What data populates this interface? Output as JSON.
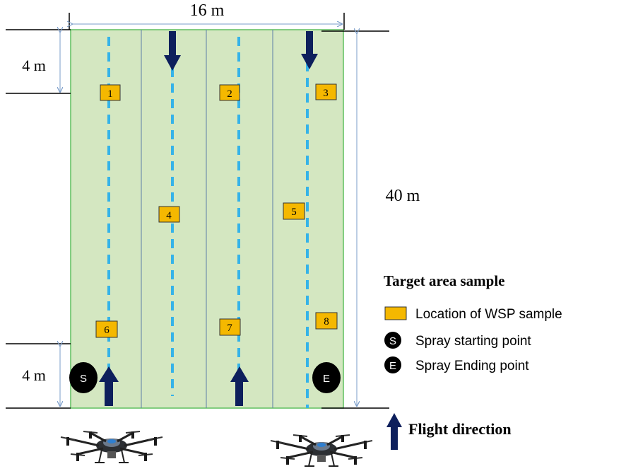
{
  "field": {
    "width_label": "16 m",
    "length_label": "40 m",
    "edge_top_label": "4 m",
    "edge_bottom_label": "4 m",
    "fill_color": "#d4e7c1",
    "border_color": "#5fbf5f",
    "lane_line_color": "#5b7fa8",
    "path_color": "#35b3e8",
    "arrow_color": "#0d1f5c"
  },
  "samples": [
    {
      "label": "1"
    },
    {
      "label": "2"
    },
    {
      "label": "3"
    },
    {
      "label": "4"
    },
    {
      "label": "5"
    },
    {
      "label": "6"
    },
    {
      "label": "7"
    },
    {
      "label": "8"
    }
  ],
  "sample_color": "#f5b800",
  "start_badge": "S",
  "end_badge": "E",
  "legend": {
    "title": "Target area sample",
    "sample_text": "Location of WSP sample",
    "start_text": "Spray starting point",
    "end_text": "Spray Ending point",
    "flight_text": "Flight direction"
  },
  "drones": [
    {
      "icon": "drone-icon"
    },
    {
      "icon": "drone-icon"
    }
  ]
}
